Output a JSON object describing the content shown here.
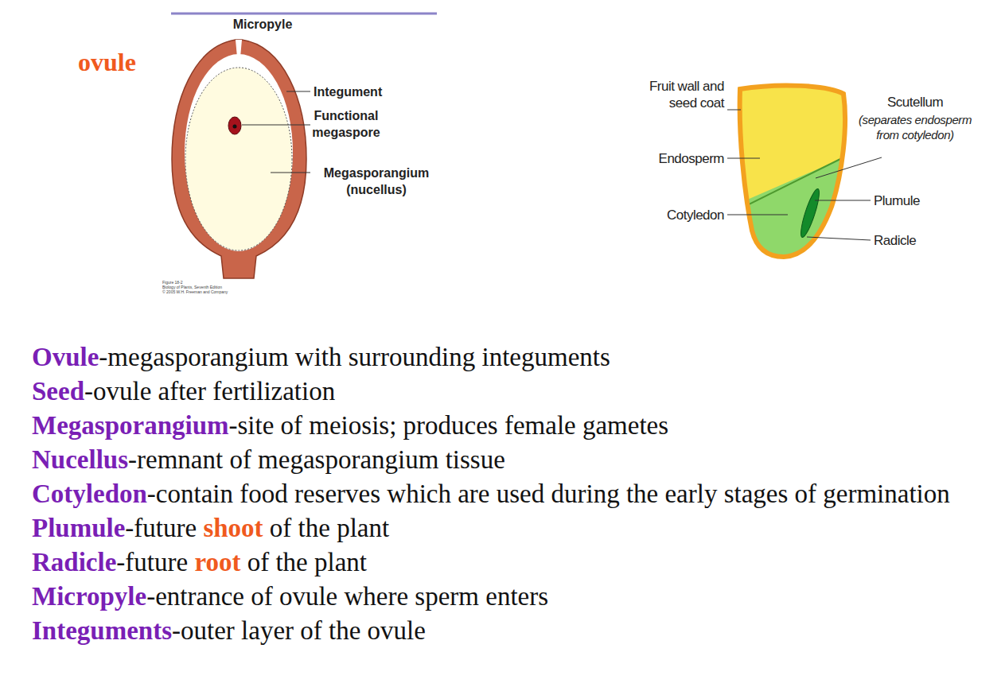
{
  "diagram": {
    "labels": [
      "ovule",
      "Micropyle",
      "Integument",
      "Functional megaspore",
      "Megasporangium (nucellus)",
      "Figure 18-2",
      "Biology of Plants, Seventh Edition",
      "© 2005 W.H. Freeman and Company",
      "Fruit wall and seed coat",
      "Endosperm",
      "Cotyledon",
      "Scutellum",
      "(separates endosperm from cotyledon)",
      "Plumule",
      "Radicle",
      "Ovule",
      "-megasporangium with surrounding integuments",
      "Seed",
      "-ovule after fertilization",
      "Megasporangium",
      "-site of meiosis; produces female gametes",
      "Nucellus",
      "-remnant of megasporangium tissue",
      "Cotyledon",
      "-contain food reserves which are used during the early stages of germination",
      "Plumule",
      "-future",
      "shoot",
      "of the plant",
      "Radicle",
      "-future",
      "root",
      "of the plant",
      "Micropyle",
      "-entrance of ovule where sperm enters",
      "Integuments",
      "-outer layer of the ovule"
    ]
  }
}
